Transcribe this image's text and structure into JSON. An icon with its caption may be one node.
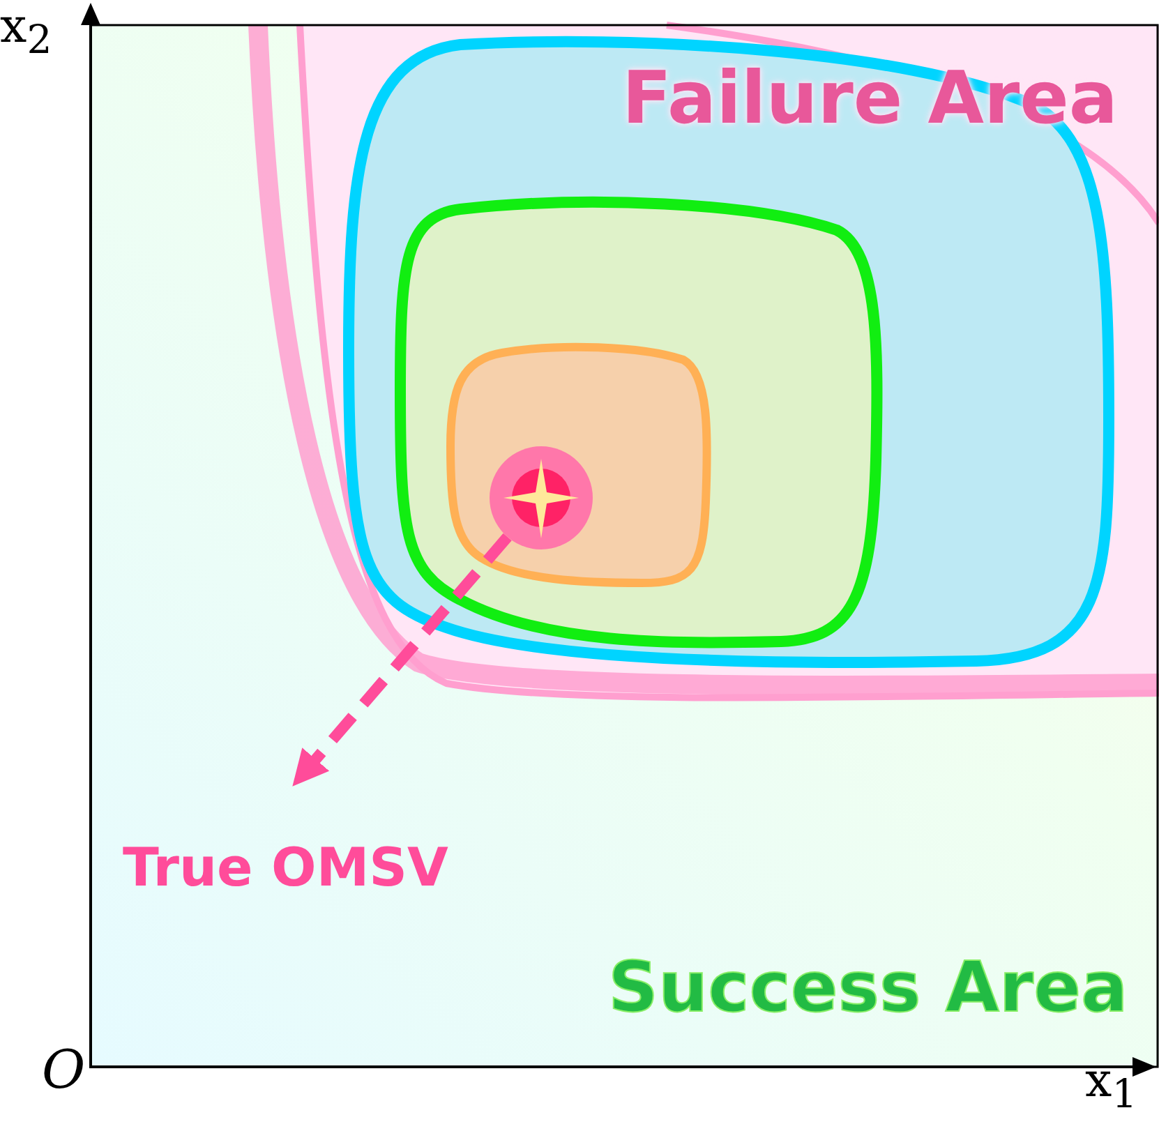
{
  "diagram": {
    "nodes": [
      {
        "text": [],
        "shape": "circle"
      },
      {
        "text": [
          "True OMSV"
        ]
      }
    ],
    "edges": [
      {
        "from": 0,
        "to": 1,
        "arrow": "to",
        "style": "dashed"
      }
    ],
    "labels": [
      "x$_{2}$",
      "Failure Area",
      "Success Area",
      "O",
      "x$_{1}$"
    ]
  }
}
